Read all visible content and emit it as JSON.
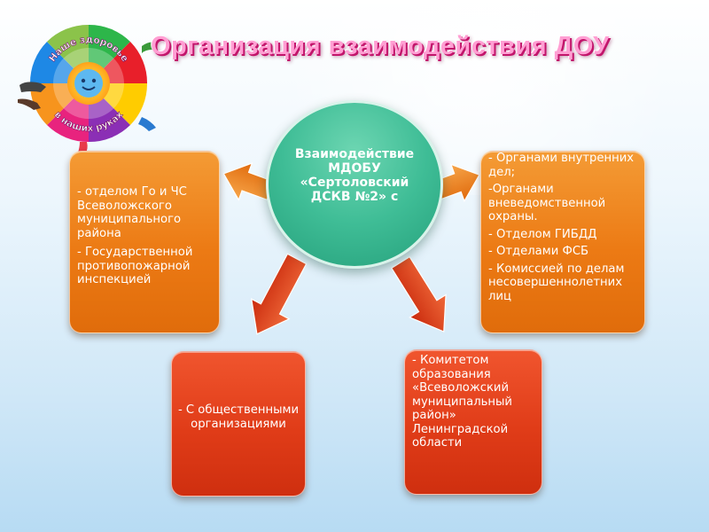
{
  "title": "Организация взаимодействия ДОУ",
  "logo": {
    "text": "Наше здоровье в наших руках"
  },
  "center": {
    "text": "Взаимодействие МДОБУ «Сертоловский ДСКВ №2» с"
  },
  "left_box": {
    "items": [
      "- отделом Го и ЧС Всеволожского муниципального района",
      "- Государственной противопожарной инспекцией"
    ]
  },
  "right_box": {
    "items": [
      "- Органами внутренних дел;",
      "-Органами вневедомственной охраны.",
      "- Отделом ГИБДД",
      "- Отделами ФСБ",
      "- Комиссией по делам несовершеннолетних лиц"
    ]
  },
  "bottom_left_box": {
    "text": "- С общественными организациями"
  },
  "bottom_right_box": {
    "text": "- Комитетом образования «Всеволожский муниципальный район» Ленинградской области"
  },
  "colors": {
    "title": "#ff9fd3",
    "box_orange": "#ec7a14",
    "box_red": "#e03c18",
    "circle": "#3fbd96"
  }
}
